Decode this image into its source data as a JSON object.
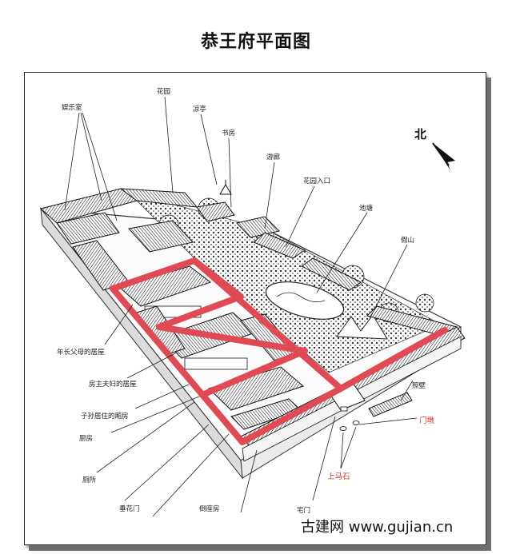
{
  "title": "恭王府平面图",
  "north": "北",
  "labels": {
    "entertainment_room": "娱乐室",
    "garden": "花园",
    "pavilion": "凉亭",
    "study": "书房",
    "corridor": "游廊",
    "garden_entrance": "花园入口",
    "pond": "池塘",
    "rockery": "假山",
    "elders_room": "年长父母的居屋",
    "master_room": "房主夫妇的居屋",
    "children_room": "子孙居住的厢房",
    "kitchen": "厨房",
    "toilet": "厕所",
    "hanging_flower_gate": "垂花门",
    "south_room": "倒座房",
    "house_gate": "宅门",
    "screen_wall": "照壁",
    "gate_pier": "门墩",
    "mounting_stone": "上马石"
  },
  "watermark": "古建网 www.gujian.cn",
  "colors": {
    "highlight": "#e04a55",
    "callout_red": "#d9362e"
  }
}
